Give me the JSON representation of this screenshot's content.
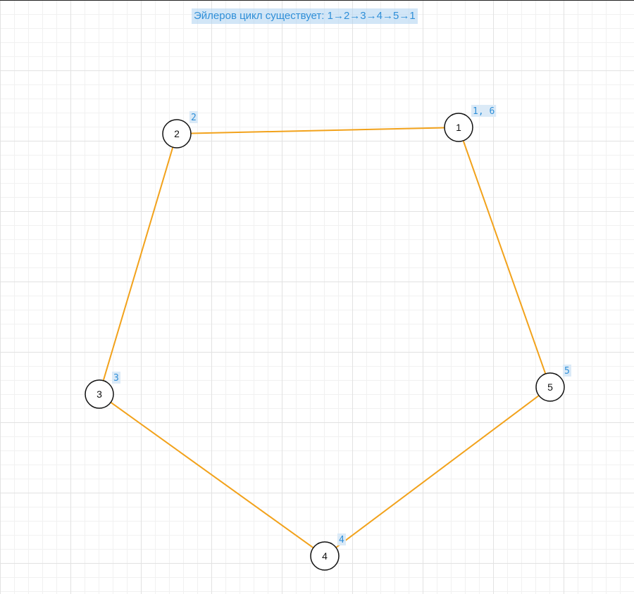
{
  "banner": {
    "text": "Эйлеров цикл существует: 1→2→3→4→5→1"
  },
  "graph": {
    "nodes": [
      {
        "id": "1",
        "label": "1",
        "order": "1, 6"
      },
      {
        "id": "2",
        "label": "2",
        "order": "2"
      },
      {
        "id": "3",
        "label": "3",
        "order": "3"
      },
      {
        "id": "4",
        "label": "4",
        "order": "4"
      },
      {
        "id": "5",
        "label": "5",
        "order": "5"
      }
    ],
    "edges": [
      {
        "from": "1",
        "to": "2"
      },
      {
        "from": "2",
        "to": "3"
      },
      {
        "from": "3",
        "to": "4"
      },
      {
        "from": "4",
        "to": "5"
      },
      {
        "from": "5",
        "to": "1"
      }
    ]
  },
  "colors": {
    "edge": "#f2a21b",
    "node_stroke": "#111111",
    "order_label": "#2f8fd8",
    "banner_text": "#2f8fd8",
    "grid_major": "#e2e2e2",
    "grid_minor": "#f1f1f1"
  }
}
